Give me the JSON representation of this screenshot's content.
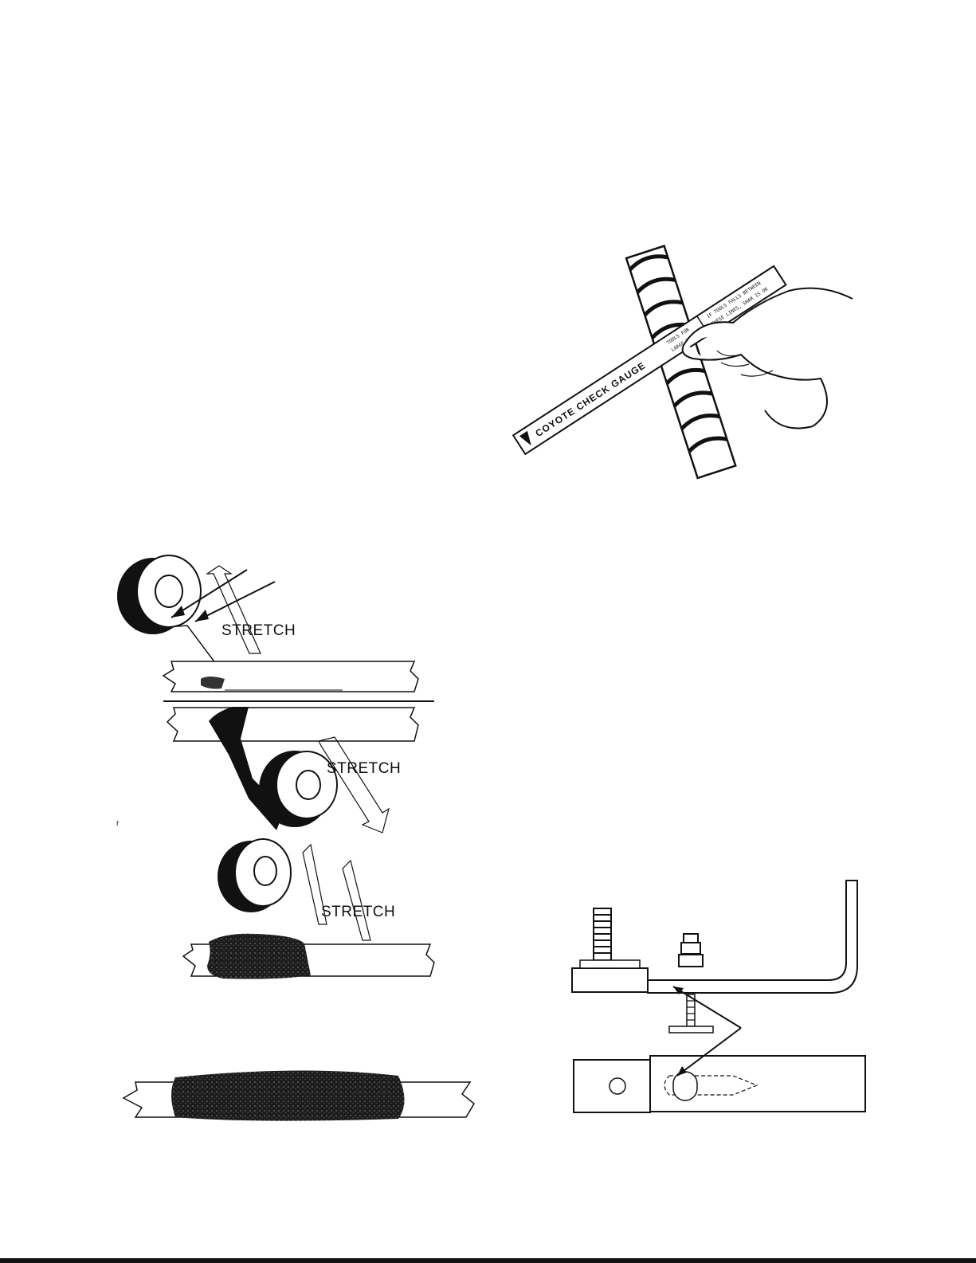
{
  "page": {
    "background": "#ffffff",
    "ink": "#111111"
  },
  "rebar_gauge": {
    "gauge_label": "COYOTE CHECK GAUGE",
    "gauge_note_1": "IF TOOLS FALLS BETWEEN",
    "gauge_note_2": "THESE LINES, SHAR IS OK",
    "gauge_note_3": "TOOLS FOR",
    "gauge_note_4": "LARGE HOLES"
  },
  "tape_steps": {
    "stretch_label_1": "STRETCH",
    "stretch_label_2": "STRETCH",
    "stretch_label_3": "STRETCH"
  },
  "clamp_diagram": {
    "arrow_color": "#111111"
  }
}
